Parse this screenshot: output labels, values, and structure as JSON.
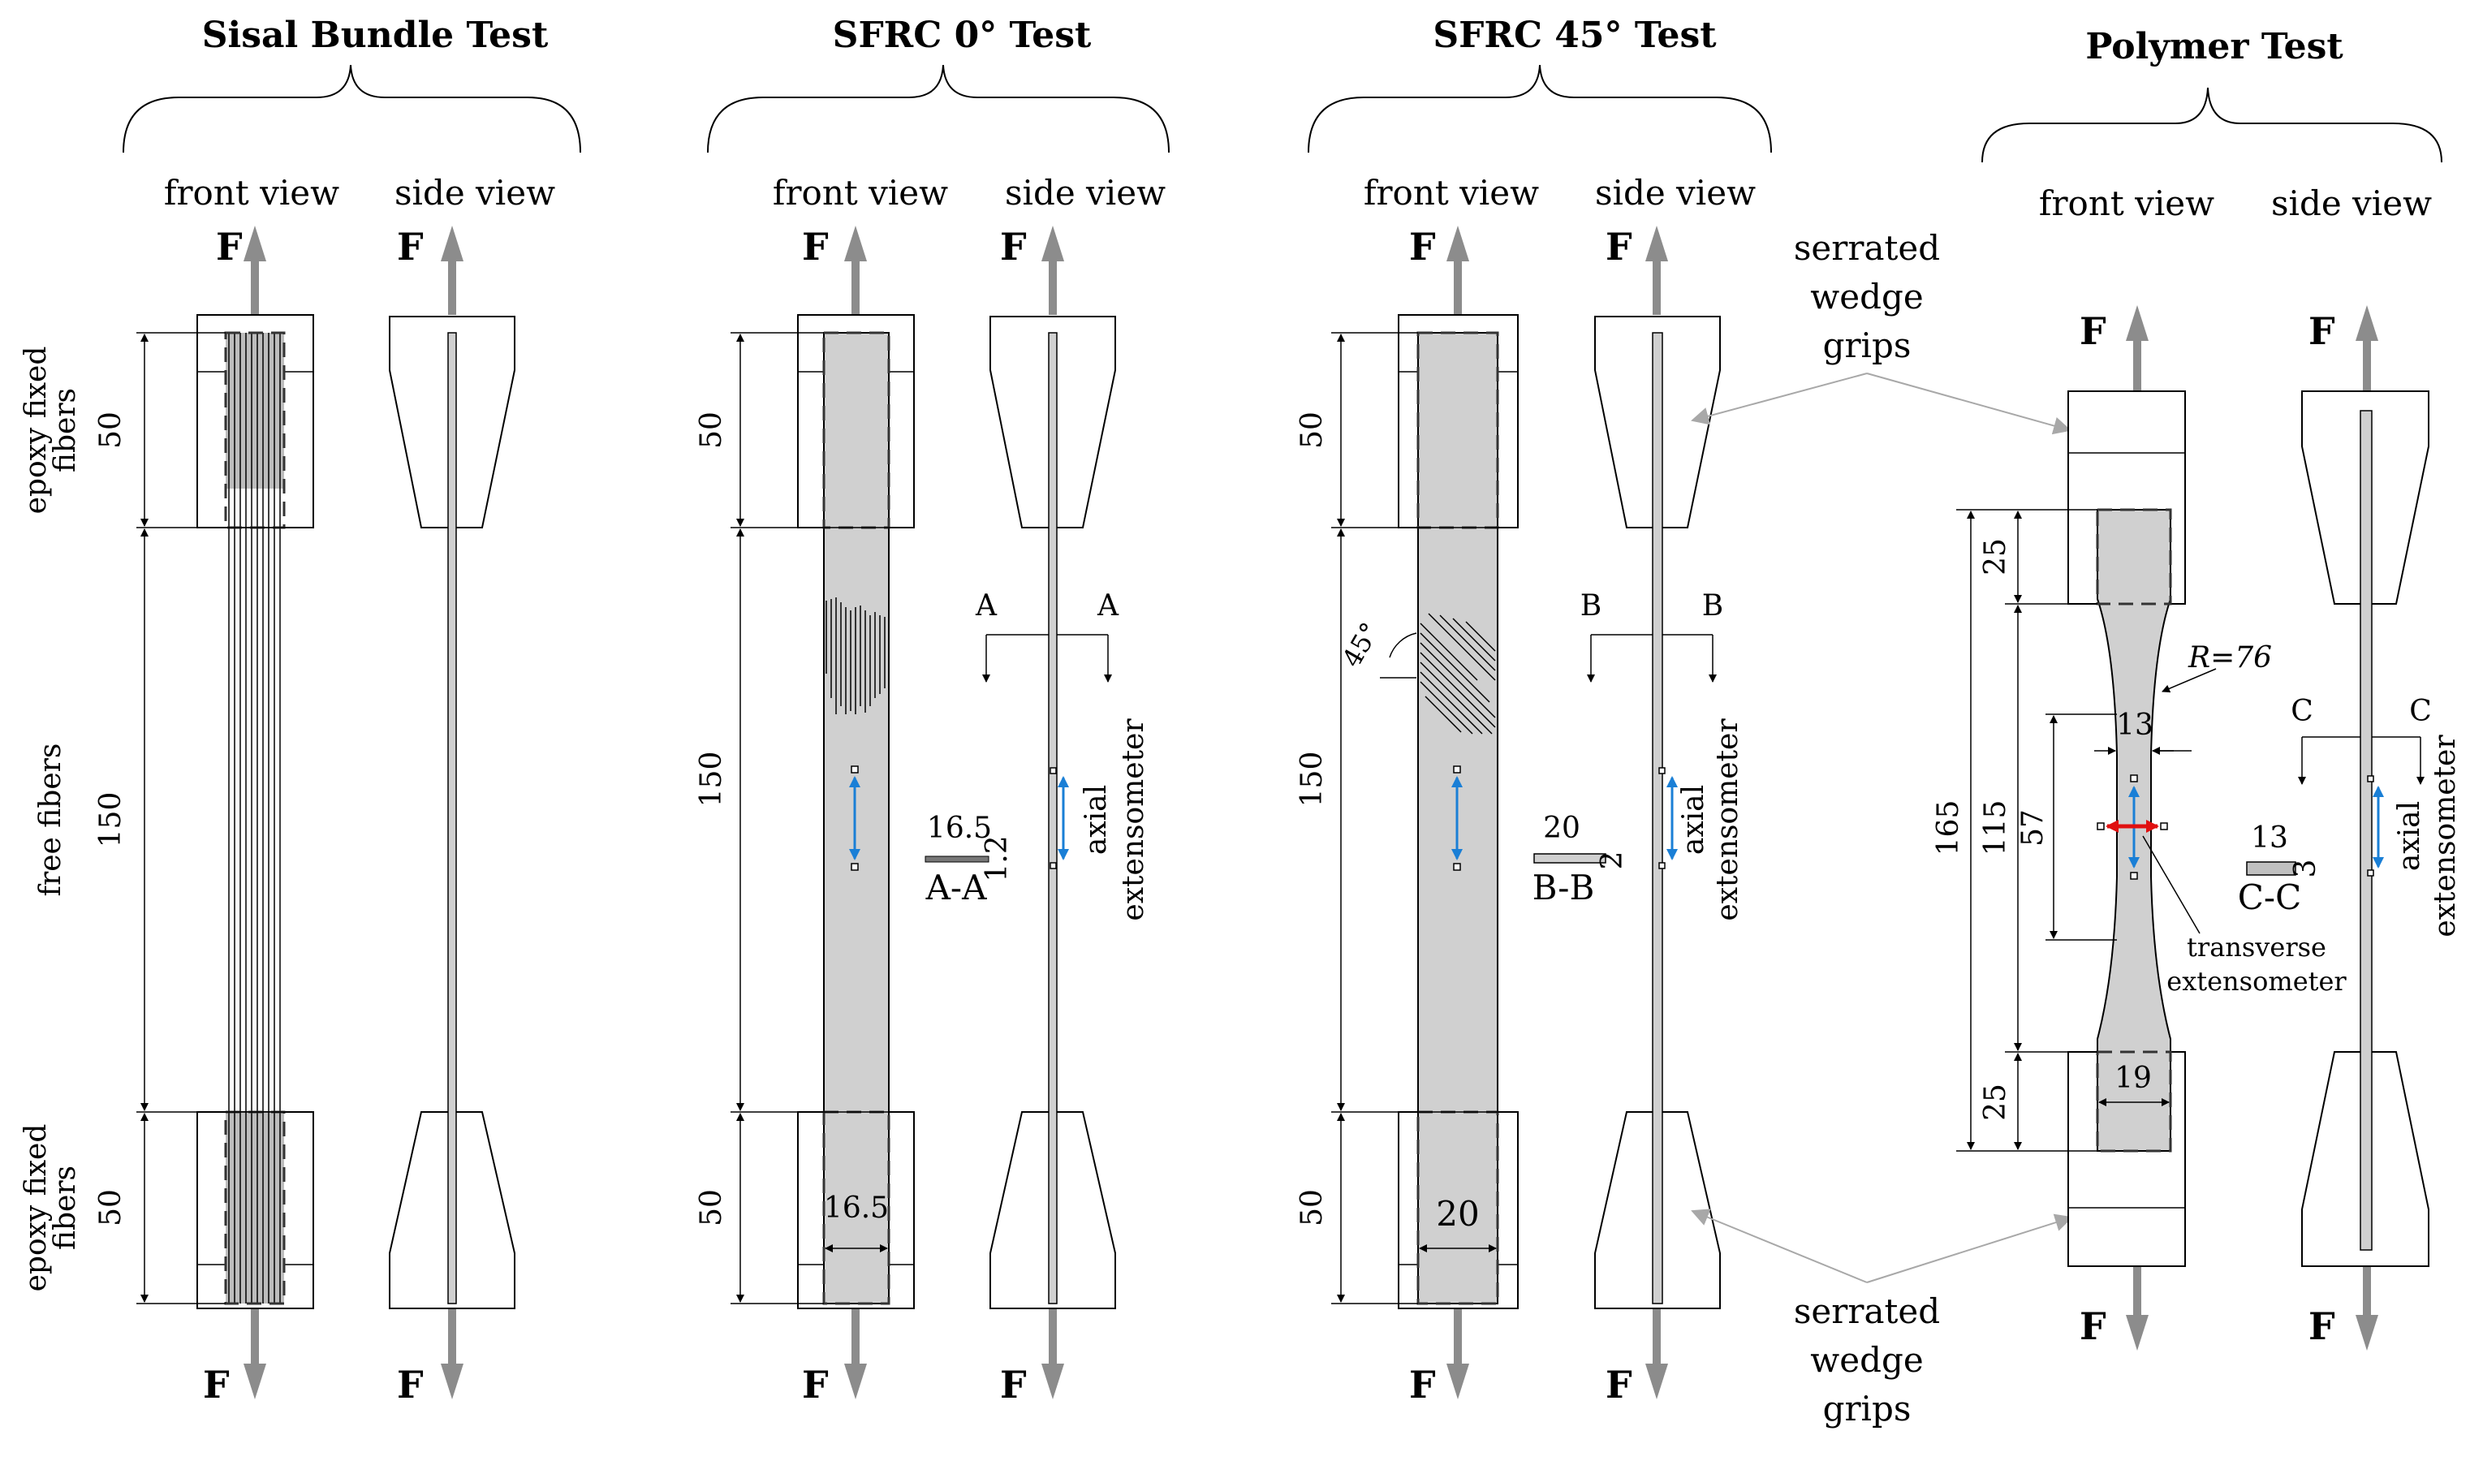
{
  "panels": {
    "sisal": {
      "title": "Sisal Bundle Test",
      "front": "front view",
      "side": "side view",
      "dim_top": "50",
      "dim_mid": "150",
      "dim_bot": "50",
      "label_top_1": "epoxy fixed",
      "label_top_2": "fibers",
      "label_mid": "free fibers",
      "label_bot_1": "epoxy fixed",
      "label_bot_2": "fibers"
    },
    "sfrc0": {
      "title": "SFRC 0° Test",
      "front": "front view",
      "side": "side view",
      "dim_top": "50",
      "dim_mid": "150",
      "dim_bot": "50",
      "width": "16.5",
      "sec_w": "16.5",
      "sec_t": "1.2",
      "sec_name": "A-A",
      "cut_l": "A",
      "cut_r": "A",
      "ext_1": "axial",
      "ext_2": "extensometer"
    },
    "sfrc45": {
      "title": "SFRC 45° Test",
      "front": "front view",
      "side": "side view",
      "dim_top": "50",
      "dim_mid": "150",
      "dim_bot": "50",
      "width": "20",
      "sec_w": "20",
      "sec_t": "2",
      "sec_name": "B-B",
      "cut_l": "B",
      "cut_r": "B",
      "angle": "45°",
      "ext_1": "axial",
      "ext_2": "extensometer"
    },
    "polymer": {
      "title": "Polymer Test",
      "front": "front view",
      "side": "side view",
      "dim_total": "165",
      "dim_gauge": "115",
      "dim_57": "57",
      "dim_top": "25",
      "dim_bot": "25",
      "width_mid": "13",
      "width_end": "19",
      "radius": "R=76",
      "sec_w": "13",
      "sec_t": "3",
      "sec_name": "C-C",
      "cut_l": "C",
      "cut_r": "C",
      "trans_1": "transverse",
      "trans_2": "extensometer",
      "ext_1": "axial",
      "ext_2": "extensometer"
    }
  },
  "grips_top": [
    "serrated",
    "wedge",
    "grips"
  ],
  "grips_bot": [
    "serrated",
    "wedge",
    "grips"
  ],
  "force": "F"
}
